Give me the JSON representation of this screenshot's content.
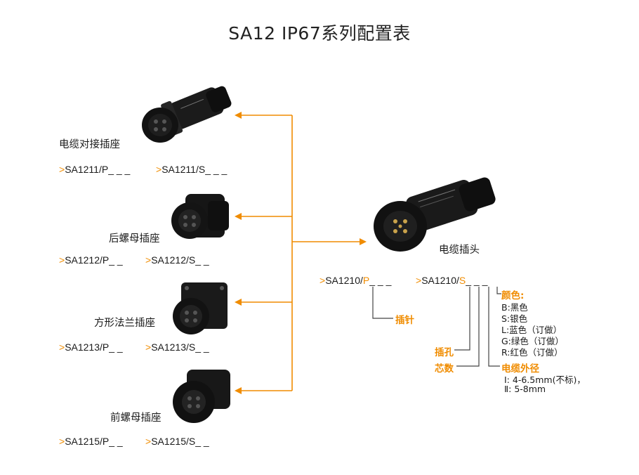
{
  "title": "SA12 IP67系列配置表",
  "colors": {
    "accent": "#f08c00",
    "text": "#1a1a1a",
    "product": "#141414"
  },
  "products": [
    {
      "name": "电缆对接插座",
      "codes": [
        "SA1211/P_ _ _",
        "SA1211/S_ _ _"
      ]
    },
    {
      "name": "后螺母插座",
      "codes": [
        "SA1212/P_ _",
        "SA1212/S_ _"
      ]
    },
    {
      "name": "方形法兰插座",
      "codes": [
        "SA1213/P_ _",
        "SA1213/S_ _"
      ]
    },
    {
      "name": "前螺母插座",
      "codes": [
        "SA1215/P_ _",
        "SA1215/S_ _"
      ]
    }
  ],
  "code_prefix": ">",
  "main": {
    "name": "电缆插头",
    "code_p_base": "SA1210/",
    "code_p_letter": "P",
    "code_p_tail": "_ _ _",
    "code_s_base": "SA1210/",
    "code_s_letter": "S",
    "code_s_tail": "_ _ _"
  },
  "legend": {
    "pin": "插针",
    "socket": "插孔",
    "cores": "芯数",
    "color_title": "颜色:",
    "colors": [
      "B:黑色",
      "S:银色",
      "L:蓝色（订做）",
      "G:绿色（订做）",
      "R:红色（订做）"
    ],
    "cable_title": "电缆外径",
    "cable_items": [
      "Ⅰ: 4-6.5mm(不标)，",
      "Ⅱ: 5-8mm"
    ]
  }
}
